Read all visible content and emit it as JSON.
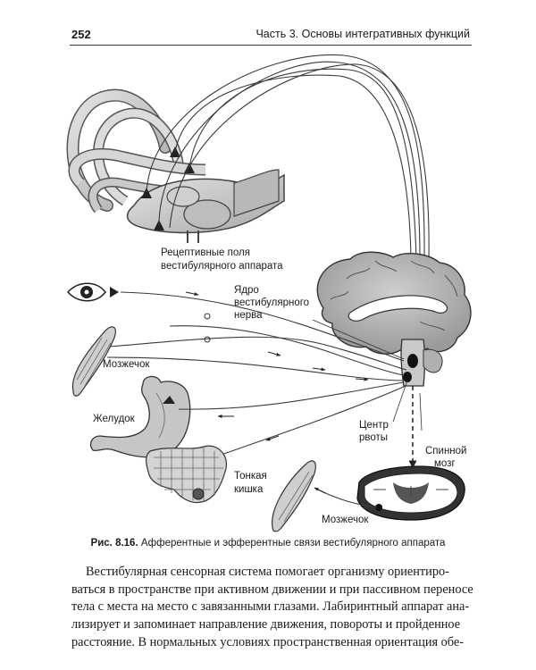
{
  "header": {
    "page_number": "252",
    "running_head": "Часть 3. Основы интегративных функций"
  },
  "figure": {
    "labels": {
      "receptive_line1": "Рецептивные поля",
      "receptive_line2": "вестибулярного аппарата",
      "nucleus_line1": "Ядро",
      "nucleus_line2": "вестибулярного",
      "nucleus_line3": "нерва",
      "cerebellum_upper": "Мозжечок",
      "stomach": "Желудок",
      "vomit_center_line1": "Центр",
      "vomit_center_line2": "рвоты",
      "spinal_cord_line1": "Спинной",
      "spinal_cord_line2": "мозг",
      "small_intestine_line1": "Тонкая",
      "small_intestine_line2": "кишка",
      "cerebellum_lower": "Мозжечок"
    }
  },
  "caption": {
    "number": "Рис. 8.16.",
    "text": "Афферентные и эфферентные связи вестибулярного аппарата"
  },
  "body_text": {
    "lines": [
      "Вестибулярная сенсорная система помогает организму ориентиро-",
      "ваться в пространстве при активном движении и при пассивном переносе",
      "тела с места на место с завязанными глазами. Лабиринтный аппарат ана-",
      "лизирует и запоминает направление движения, повороты и пройденное",
      "расстояние. В нормальных условиях пространственная ориентация обе-"
    ]
  }
}
